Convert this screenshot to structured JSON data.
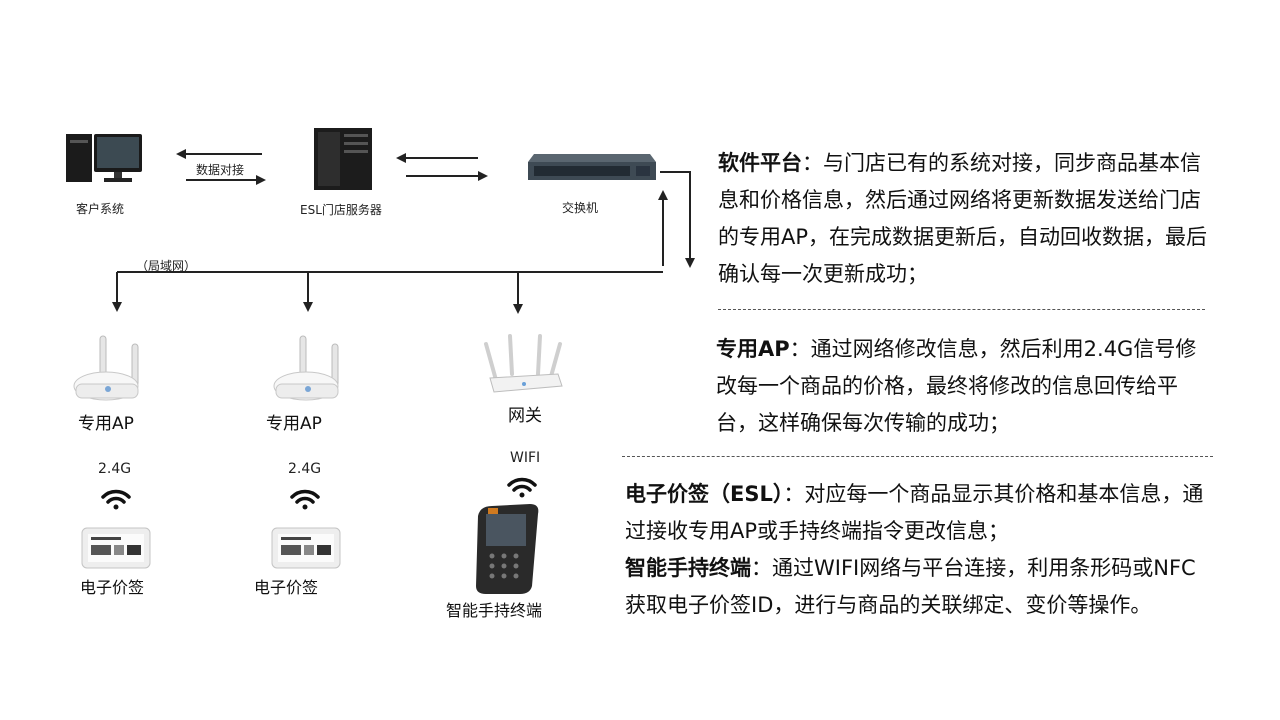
{
  "diagram": {
    "customer_label": "客户系统",
    "exchange_label": "数据对接",
    "server_label": "ESL门店服务器",
    "switch_label": "交换机",
    "lan_label": "（局域网）",
    "ap1_label": "专用AP",
    "ap2_label": "专用AP",
    "gateway_label": "网关",
    "signal1_label": "2.4G",
    "signal2_label": "2.4G",
    "signal3_label": "WIFI",
    "esl1_label": "电子价签",
    "esl2_label": "电子价签",
    "handheld_label": "智能手持终端"
  },
  "descriptions": {
    "software": {
      "head": "软件平台",
      "sep": "：",
      "body": "与门店已有的系统对接，同步商品基本信息和价格信息，然后通过网络将更新数据发送给门店的专用AP，在完成数据更新后，自动回收数据，最后确认每一次更新成功；"
    },
    "ap": {
      "head": "专用AP",
      "sep": "：",
      "body": "通过网络修改信息，然后利用2.4G信号修改每一个商品的价格，最终将修改的信息回传给平台，这样确保每次传输的成功；"
    },
    "esl": {
      "head": "电子价签（ESL）",
      "sep": "：",
      "body": "对应每一个商品显示其价格和基本信息，通过接收专用AP或手持终端指令更改信息；"
    },
    "handheld": {
      "head": "智能手持终端",
      "sep": "：",
      "body": "通过WIFI网络与平台连接，利用条形码或NFC获取电子价签ID，进行与商品的关联绑定、变价等操作。"
    }
  },
  "colors": {
    "line": "#222222",
    "text": "#111111"
  }
}
